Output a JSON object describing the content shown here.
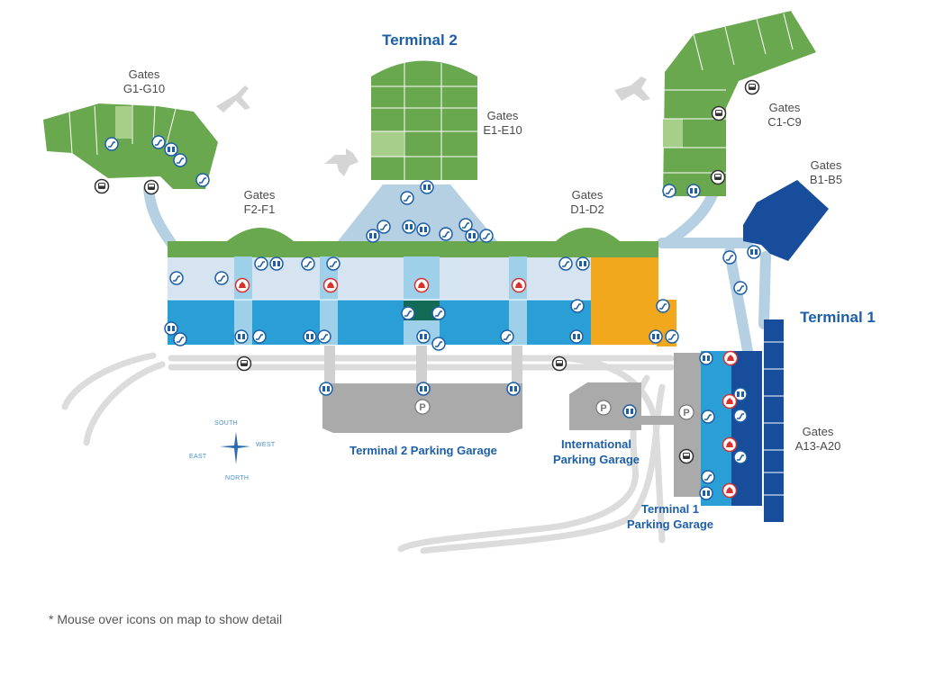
{
  "map": {
    "terminals": {
      "t2": "Terminal 2",
      "t1": "Terminal 1"
    },
    "gates": {
      "g": {
        "line1": "Gates",
        "line2": "G1-G10"
      },
      "e": {
        "line1": "Gates",
        "line2": "E1-E10"
      },
      "c": {
        "line1": "Gates",
        "line2": "C1-C9"
      },
      "b": {
        "line1": "Gates",
        "line2": "B1-B5"
      },
      "f": {
        "line1": "Gates",
        "line2": "F2-F1"
      },
      "d": {
        "line1": "Gates",
        "line2": "D1-D2"
      },
      "a": {
        "line1": "Gates",
        "line2": "A13-A20"
      }
    },
    "garages": {
      "t2": "Terminal 2 Parking Garage",
      "intl": {
        "line1": "International",
        "line2": "Parking Garage"
      },
      "t1": {
        "line1": "Terminal 1",
        "line2": "Parking Garage"
      }
    },
    "parking_symbol": "P",
    "compass": {
      "north": "NORTH",
      "south": "SOUTH",
      "east": "EAST",
      "west": "WEST"
    },
    "colors": {
      "concourse_green": "#6aa84f",
      "concourse_green_light": "#a8cf8a",
      "terminal1_navy": "#174d9a",
      "upper_level": "#d6e3f0",
      "lower_level": "#2a9fd6",
      "amber": "#f2a81d",
      "garage_gray": "#aaaaaa",
      "road_gray": "#dcdcdc",
      "icon_blue": "#1d5fa6",
      "icon_red": "#d8322f"
    }
  },
  "footnote": "* Mouse over icons on map to show detail"
}
